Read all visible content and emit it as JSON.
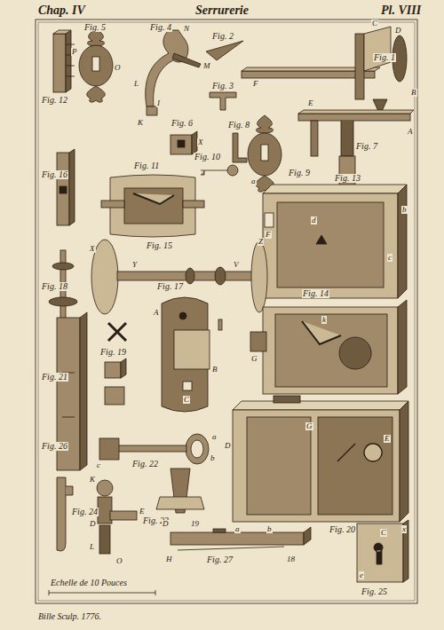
{
  "diagram": {
    "title": "Serrurerie",
    "labels": [
      "Chap. IV",
      "Pl. VIII",
      "Fig. 1",
      "Fig. 2",
      "Fig. 3",
      "Fig. 4",
      "Fig. 5",
      "Fig. 6",
      "Fig. 7",
      "Fig. 8",
      "Fig. 9",
      "Fig. 10",
      "Fig. 11",
      "Fig. 12",
      "Fig. 13",
      "Fig. 14",
      "Fig. 15",
      "Fig. 16",
      "Fig. 17",
      "Fig. 18",
      "Fig. 19",
      "Fig. 20",
      "Fig. 21",
      "Fig. 22",
      "Fig. 23",
      "Fig. 24",
      "Fig. 25",
      "Fig. 26",
      "Fig. 27",
      "Echelle de 10 Pouces",
      "Bille Sculp. 1776.",
      "B",
      "C",
      "D",
      "F",
      "E",
      "A",
      "N",
      "M",
      "L",
      "K",
      "I",
      "P",
      "O",
      "X",
      "a",
      "b",
      "c",
      "d",
      "F",
      "G",
      "k",
      "X",
      "Y",
      "V",
      "Z",
      "A",
      "B",
      "C",
      "D",
      "G",
      "E",
      "x",
      "a",
      "b",
      "a",
      "b",
      "c",
      "K",
      "D",
      "E",
      "L",
      "O",
      "H",
      "D",
      "18",
      "19",
      "C",
      "e"
    ]
  }
}
